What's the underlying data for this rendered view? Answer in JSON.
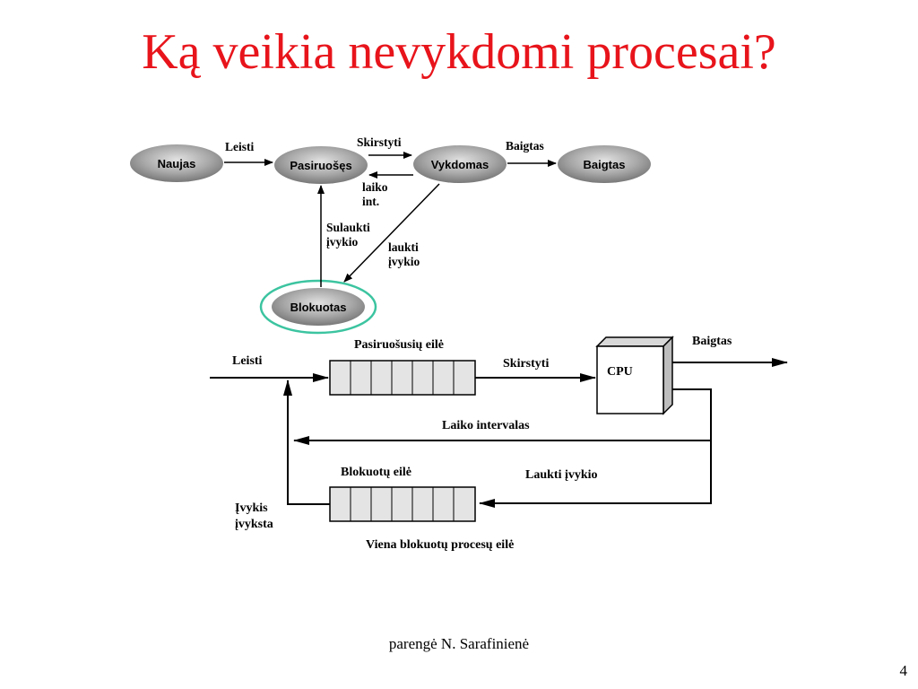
{
  "title": "Ką veikia nevykdomi procesai?",
  "state_diagram": {
    "nodes": {
      "new": "Naujas",
      "ready": "Pasiruošęs",
      "running": "Vykdomas",
      "done": "Baigtas",
      "blocked": "Blokuotas"
    },
    "edges": {
      "admit": "Leisti",
      "dispatch": "Skirstyti",
      "exit": "Baigtas",
      "timeout_line1": "laiko",
      "timeout_line2": "int.",
      "event_occurs_line1": "Sulaukti",
      "event_occurs_line2": "įvykio",
      "event_wait_line1": "laukti",
      "event_wait_line2": "įvykio"
    }
  },
  "queue_diagram": {
    "admit": "Leisti",
    "ready_queue": "Pasiruošusių eilė",
    "dispatch": "Skirstyti",
    "cpu": "CPU",
    "release": "Baigtas",
    "timeout": "Laiko intervalas",
    "blocked_queue": "Blokuotų eilė",
    "event_wait": "Laukti įvykio",
    "event_occurs_line1": "Įvykis",
    "event_occurs_line2": "įvyksta",
    "caption": "Viena blokuotų procesų eilė"
  },
  "footer": {
    "author": "parengė N. Sarafinienė",
    "page": "4"
  },
  "colors": {
    "title": "#e8141b",
    "node_fill": "#9a9a9a",
    "highlight_ring": "#3cc4a0",
    "queue_cell": "#e4e4e4"
  }
}
